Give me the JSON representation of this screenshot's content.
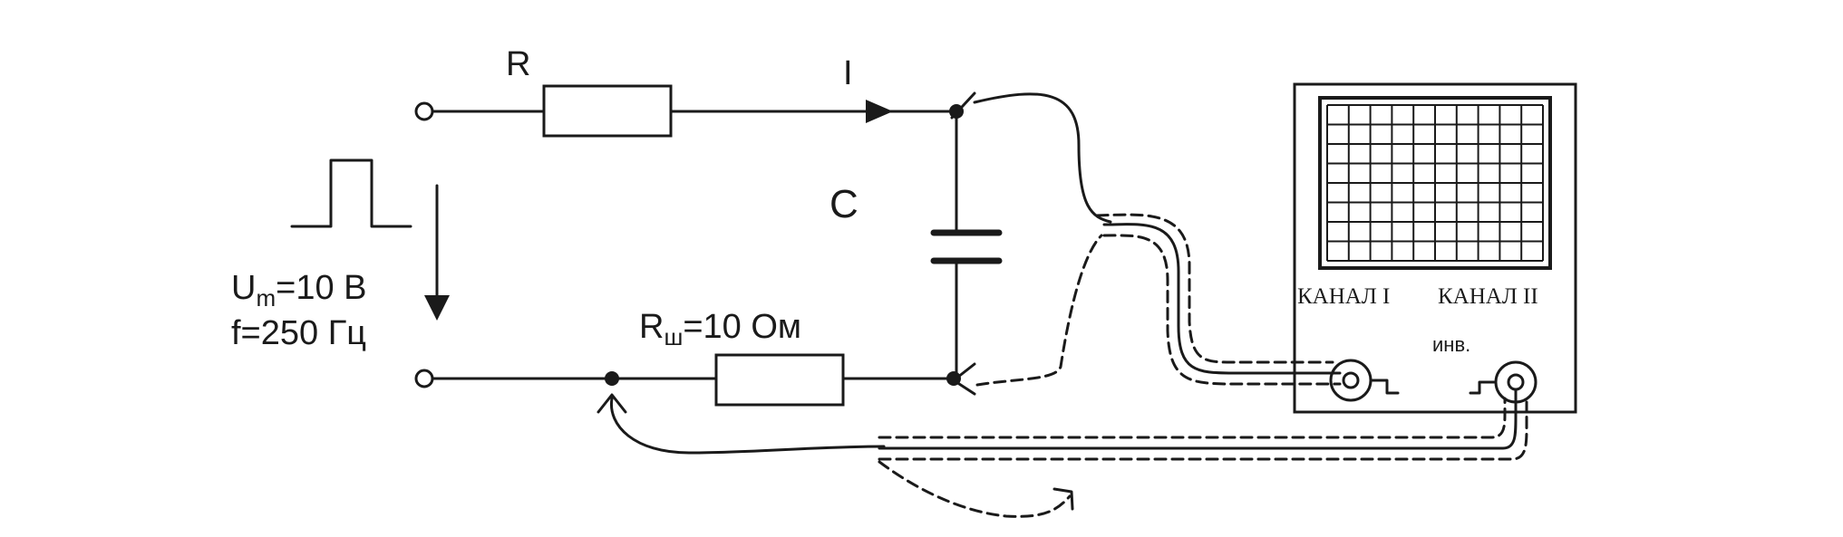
{
  "circuit": {
    "resistor_label": "R",
    "current_label": "I",
    "capacitor_label": "C",
    "shunt_label_main": "R",
    "shunt_label_sub": "ш",
    "shunt_value": "=10 Ом",
    "source_amplitude_main": "U",
    "source_amplitude_sub": "m",
    "source_amplitude_value": "=10 В",
    "source_frequency": "f=250 Гц"
  },
  "oscilloscope": {
    "channel_1_label": "КАНАЛ I",
    "channel_2_label": "КАНАЛ II",
    "invert_label": "инв.",
    "grid_columns": 10,
    "grid_rows": 8
  },
  "colors": {
    "ink": "#1a1a1a",
    "background": "#ffffff"
  }
}
